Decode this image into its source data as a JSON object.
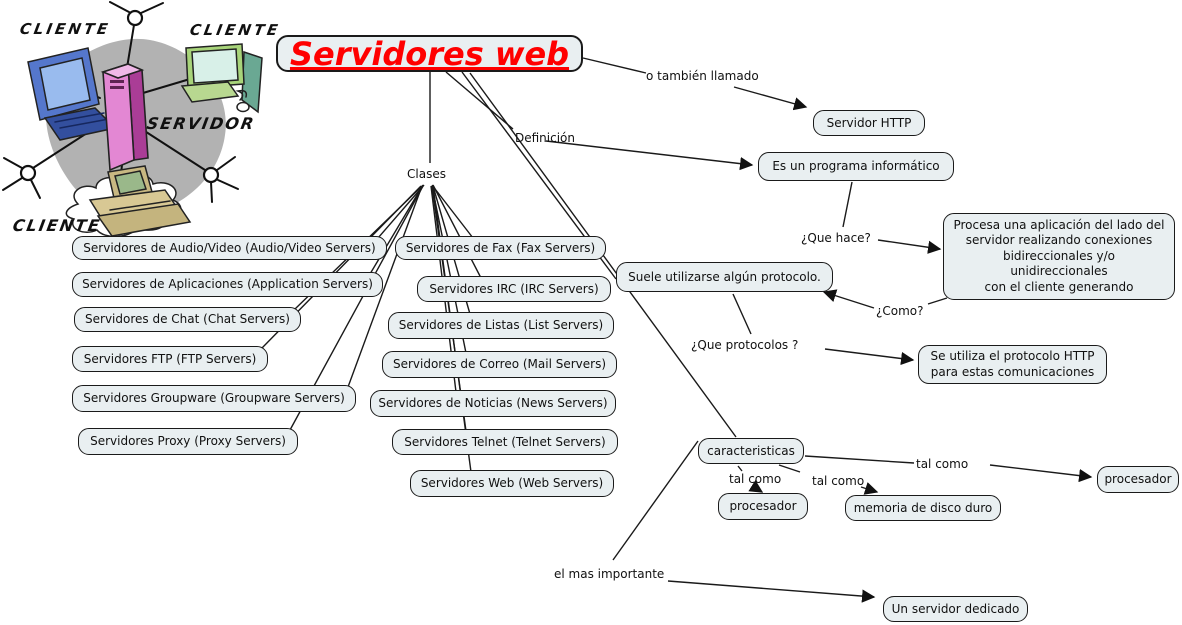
{
  "illustration": {
    "client_label_1": "CLIENTE",
    "client_label_2": "CLIENTE",
    "server_label": "SERVIDOR",
    "client_label_3": "CLIENTE"
  },
  "title": "Servidores web",
  "links": {
    "also_called": "o también llamado",
    "definition": "Definición",
    "classes": "Clases",
    "what_it_does": "¿Que hace?",
    "how": "¿Como?",
    "what_protocols": "¿Que protocolos ?",
    "such_as_1": "tal como",
    "such_as_2": "tal como",
    "such_as_3": "tal como",
    "most_important": "el mas importante"
  },
  "concepts": {
    "http_server": "Servidor HTTP",
    "program": "Es un programa informático",
    "process": "Procesa una aplicación del lado del\nservidor realizando conexiones\nbidireccionales y/o\nunidireccionales\ncon el cliente generando",
    "protocol": "Suele utilizarse algún protocolo.",
    "http_protocol": "Se utiliza el protocolo HTTP\npara estas comunicaciones",
    "characteristics": "caracteristicas",
    "processor_1": "procesador",
    "hard_disk_memory": "memoria de disco duro",
    "processor_2": "procesador",
    "dedicated_server": "Un servidor dedicado"
  },
  "classes_left": [
    "Servidores de Audio/Video (Audio/Video Servers)",
    "Servidores de Aplicaciones (Application Servers)",
    "Servidores de Chat (Chat Servers)",
    "Servidores FTP (FTP Servers)",
    "Servidores Groupware (Groupware Servers)",
    "Servidores Proxy (Proxy Servers)"
  ],
  "classes_mid": [
    "Servidores de Fax (Fax Servers)",
    "Servidores IRC (IRC Servers)",
    "Servidores de Listas (List Servers)",
    "Servidores de Correo (Mail Servers)",
    "Servidores de Noticias (News Servers)",
    "Servidores Telnet (Telnet Servers)",
    "Servidores Web (Web Servers)"
  ],
  "colors": {
    "node_fill": "#e9eff1",
    "node_border": "#1a1a1a",
    "title_red": "#ff0000",
    "line": "#1a1a1a"
  }
}
